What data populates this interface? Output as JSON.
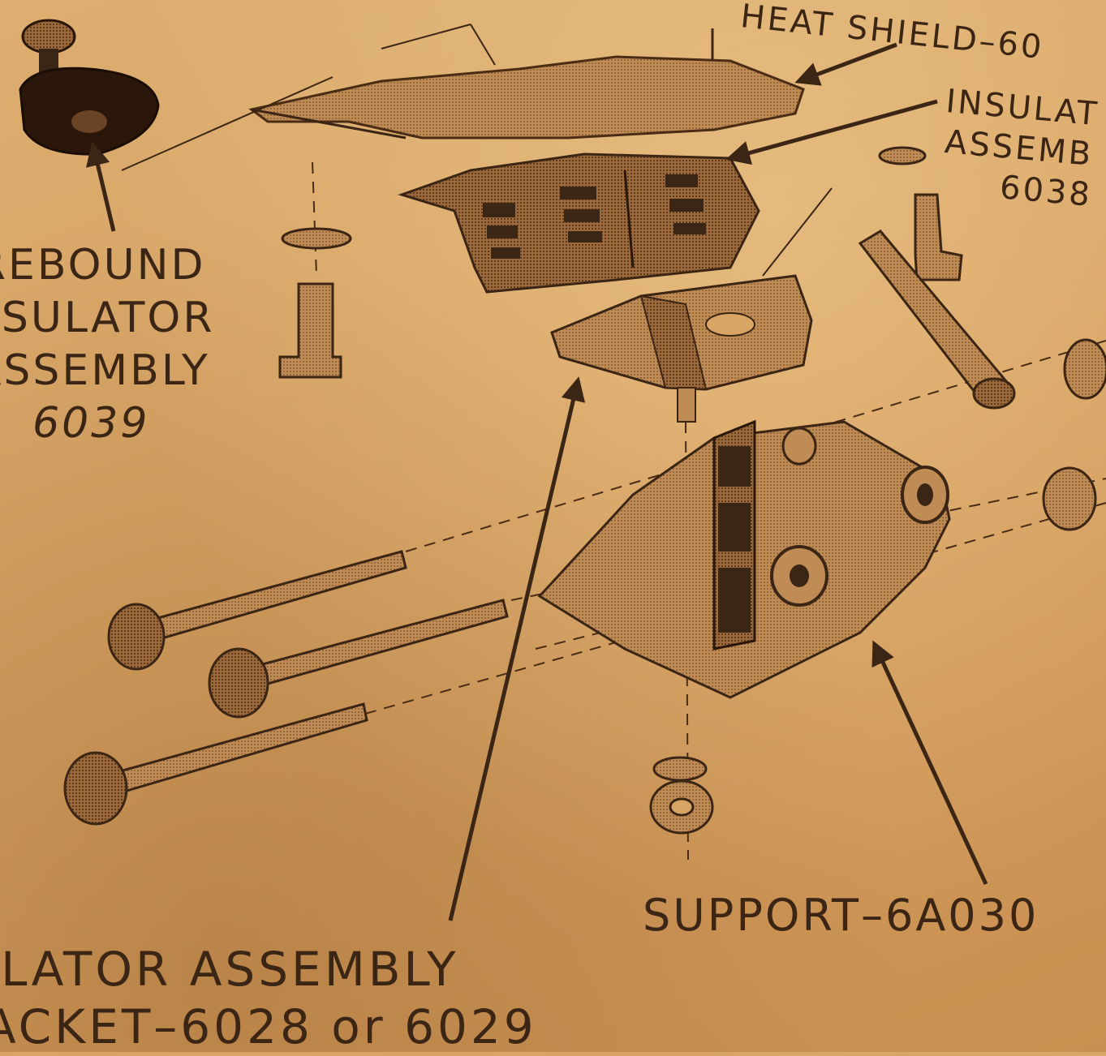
{
  "labels": {
    "heat_shield": "HEAT SHIELD–60",
    "insulator_upper": [
      "INSULAT",
      "ASSEMB",
      "6038"
    ],
    "rebound": [
      "REBOUND",
      "NSULATOR",
      "ASSEMBLY",
      "6039"
    ],
    "support": "SUPPORT–6A030",
    "insulator_bracket": [
      "JLATOR ASSEMBLY",
      "ACKET–6028 or 6029"
    ]
  },
  "colors": {
    "paper": "#d8a565",
    "ink": "#3b2514",
    "part_fill": "#9c6a3c",
    "part_dark": "#4a2c16"
  }
}
